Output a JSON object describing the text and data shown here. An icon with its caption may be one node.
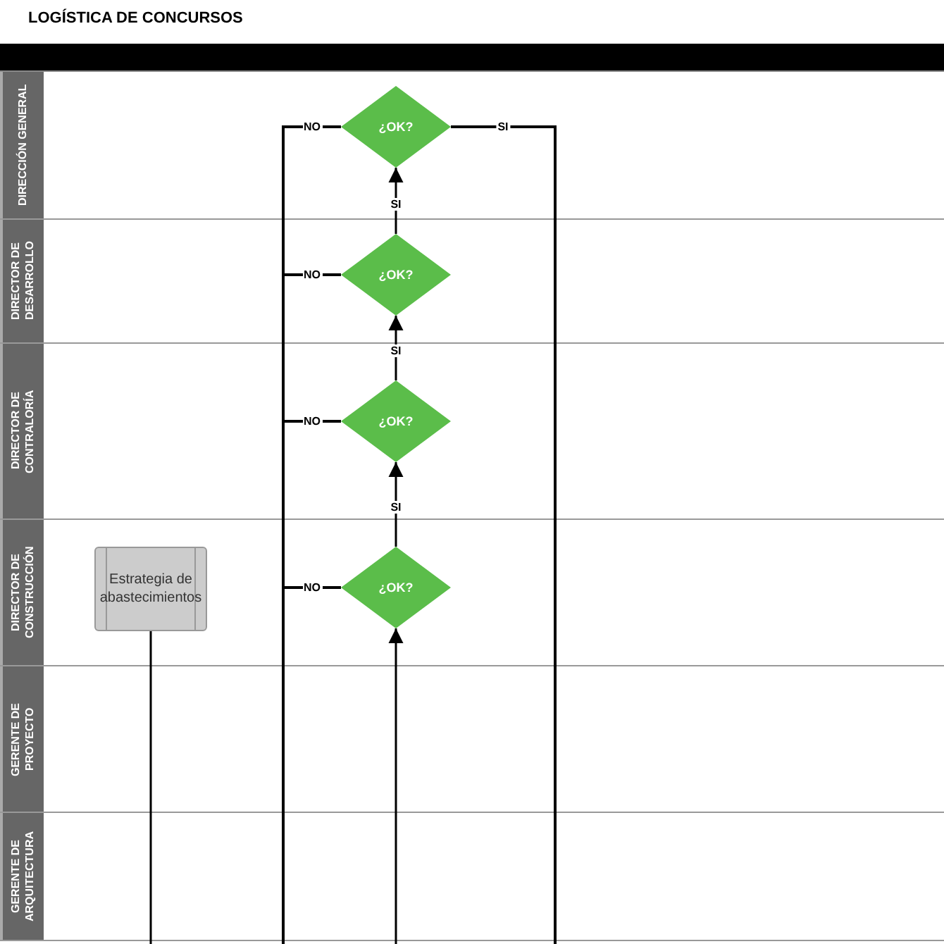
{
  "diagram": {
    "title": "LOGÍSTICA DE CONCURSOS",
    "nodes": [
      {
        "text": [
          "DIRECCIÓN GENERAL"
        ]
      },
      {
        "text": [
          "¿OK?"
        ]
      },
      {
        "text": [
          "DIRECTOR DE DESARROLLO"
        ]
      },
      {
        "text": [
          "¿OK?"
        ]
      },
      {
        "text": [
          "DIRECTOR DE CONTRALORÍA"
        ]
      },
      {
        "text": [
          "¿OK?"
        ]
      },
      {
        "text": [
          "DIRECTOR DE CONSTRUCCIÓN"
        ]
      },
      {
        "text": [
          "Estrategia de abastecimientos"
        ]
      },
      {
        "text": [
          "¿OK?"
        ]
      },
      {
        "text": [
          "GERENTE DE PROYECTO"
        ]
      },
      {
        "text": [
          "GERENTE DE ARQUITECTURA"
        ]
      }
    ],
    "edges": [
      {
        "from": null,
        "to": 8,
        "arrow": "to"
      },
      {
        "from": 8,
        "to": 5,
        "arrow": "to",
        "label": "SI"
      },
      {
        "from": 5,
        "to": 3,
        "arrow": "to",
        "label": "SI"
      },
      {
        "from": 3,
        "to": 1,
        "arrow": "to",
        "label": "SI"
      },
      {
        "from": 1,
        "to": null,
        "arrow": "none",
        "label": "SI"
      },
      {
        "from": 1,
        "to": null,
        "arrow": "none",
        "label": "NO"
      },
      {
        "from": 3,
        "to": null,
        "arrow": "none",
        "label": "NO"
      },
      {
        "from": 5,
        "to": null,
        "arrow": "none",
        "label": "NO"
      },
      {
        "from": 8,
        "to": null,
        "arrow": "none",
        "label": "NO"
      },
      {
        "from": 7,
        "to": null,
        "arrow": "none"
      }
    ]
  }
}
